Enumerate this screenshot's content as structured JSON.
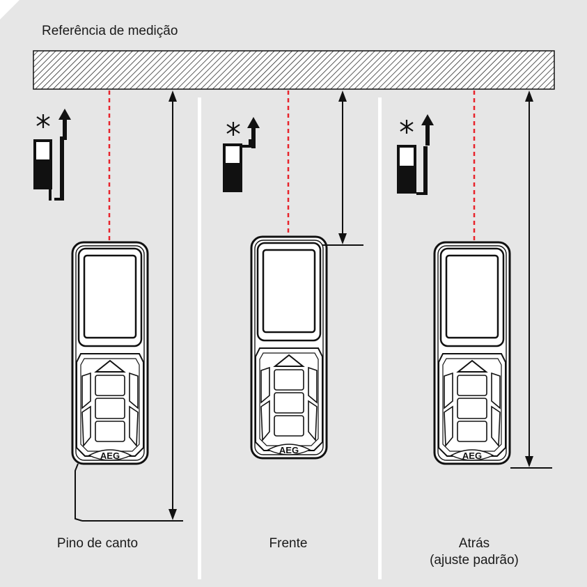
{
  "diagram": {
    "reference_label": "Referência de medição",
    "device_logo": "AEG",
    "columns": [
      {
        "label_lines": [
          "Pino de canto"
        ]
      },
      {
        "label_lines": [
          "Frente"
        ]
      },
      {
        "label_lines": [
          "Atrás",
          "(ajuste padrão)"
        ]
      }
    ]
  },
  "colors": {
    "panel_background": "#e6e6e6",
    "laser_beam": "#e8232b",
    "divider": "#ffffff",
    "ink": "#111111"
  },
  "icons": [
    "laser-star-icon",
    "arrow-up-icon",
    "reference-mode-icon"
  ]
}
